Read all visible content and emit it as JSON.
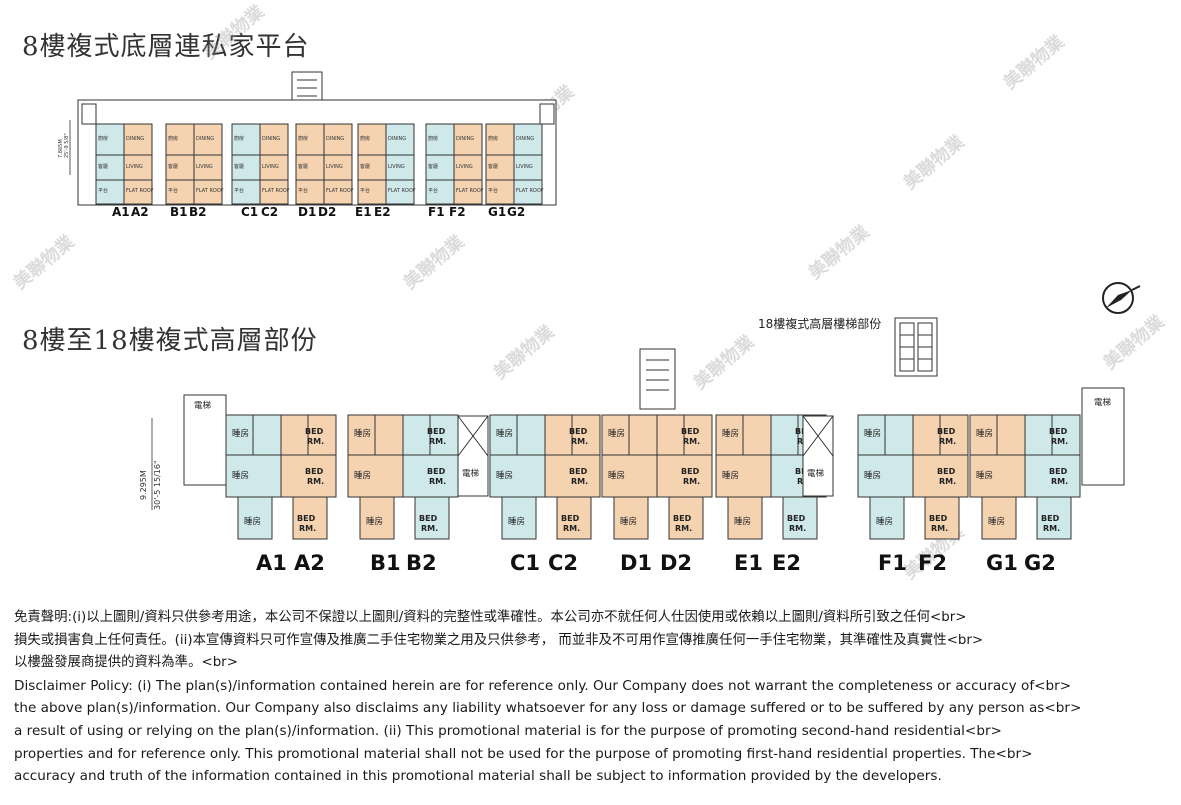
{
  "titles": {
    "top": "8樓複式底層連私家平台",
    "bottom": "8樓至18樓複式高層部份"
  },
  "annotations": {
    "stair_note": "18樓複式高層樓梯部份",
    "lift": "電梯",
    "dim_bottom": "9.295M",
    "dim_bottom_imperial": "30'-5 15/16\"",
    "dim_top": "7.865M",
    "dim_top_imperial": "25'-9 5/8\""
  },
  "rooms": {
    "bedroom_cn": "睡房",
    "bedroom_en_1": "BED",
    "bedroom_en_2": "RM.",
    "kitchen_cn": "廚房",
    "dining_en": "DINING",
    "living_cn": "客廳",
    "living_en": "LIVING",
    "flat_roof_cn": "平台",
    "flat_roof_en": "FLAT ROOF"
  },
  "unit_labels_bottom": [
    "A1",
    "A2",
    "B1",
    "B2",
    "C1",
    "C2",
    "D1",
    "D2",
    "E1",
    "E2",
    "F1",
    "F2",
    "G1",
    "G2"
  ],
  "unit_labels_top": [
    "A1",
    "A2",
    "B1",
    "B2",
    "C1",
    "C2",
    "D1",
    "D2",
    "E1",
    "E2",
    "F1",
    "F2",
    "G1",
    "G2"
  ],
  "watermark": "美聯物業",
  "colors": {
    "unit_blue": "#cfe8ea",
    "unit_orange": "#f5d3b0",
    "wall": "#333333"
  },
  "disclaimer": {
    "zh_1": "免責聲明:(i)以上圖則/資料只供參考用途，本公司不保證以上圖則/資料的完整性或準確性。本公司亦不就任何人仕因使用或依賴以上圖則/資料所引致之任何<br>",
    "zh_2": "損失或損害負上任何責任。(ii)本宣傳資料只可作宣傳及推廣二手住宅物業之用及只供參考， 而並非及不可用作宣傳推廣任何一手住宅物業，其準確性及真實性<br>",
    "zh_3": "以樓盤發展商提供的資料為準。<br>",
    "en_1": "Disclaimer Policy: (i) The plan(s)/information contained herein are for reference only. Our Company does not warrant the completeness or accuracy of<br>",
    "en_2": "the above plan(s)/information. Our Company also disclaims any liability whatsoever for any loss or damage suffered or to be suffered by any person as<br>",
    "en_3": "a result of using or relying on the plan(s)/information. (ii) This promotional material is for the purpose of promoting second-hand residential<br>",
    "en_4": "properties and for reference only. This promotional material shall not be used for the purpose of promoting first-hand residential properties. The<br>",
    "en_5": "accuracy and truth of the information contained in this promotional material shall be subject to information provided by the developers."
  }
}
